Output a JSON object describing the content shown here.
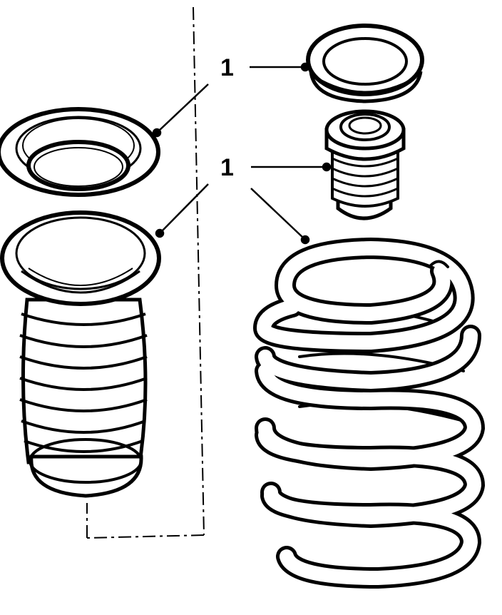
{
  "callouts": [
    {
      "id": "top",
      "label": "1"
    },
    {
      "id": "middle",
      "label": "1"
    }
  ],
  "parts": [
    {
      "name": "upper-spring-seat",
      "label": ""
    },
    {
      "name": "lower-mount-ring",
      "label": ""
    },
    {
      "name": "protective-boot",
      "label": ""
    },
    {
      "name": "bump-stop",
      "label": ""
    },
    {
      "name": "coil-spring",
      "label": ""
    }
  ],
  "colors": {
    "line": "#000000",
    "fill": "#ffffff"
  }
}
